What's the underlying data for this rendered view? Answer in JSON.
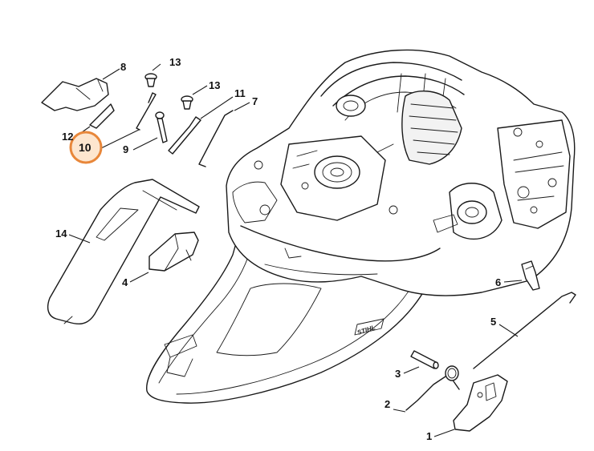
{
  "diagram": {
    "brand_mark": "STIHL",
    "highlight_color": "#e8873a",
    "highlight_fill": "#fde6cf",
    "callouts": [
      {
        "id": "c1",
        "label": "1"
      },
      {
        "id": "c2",
        "label": "2"
      },
      {
        "id": "c3",
        "label": "3"
      },
      {
        "id": "c4",
        "label": "4"
      },
      {
        "id": "c5",
        "label": "5"
      },
      {
        "id": "c6",
        "label": "6"
      },
      {
        "id": "c7",
        "label": "7"
      },
      {
        "id": "c8",
        "label": "8"
      },
      {
        "id": "c9",
        "label": "9"
      },
      {
        "id": "c10",
        "label": "10",
        "highlighted": true
      },
      {
        "id": "c11",
        "label": "11"
      },
      {
        "id": "c12",
        "label": "12"
      },
      {
        "id": "c13a",
        "label": "13"
      },
      {
        "id": "c13b",
        "label": "13"
      },
      {
        "id": "c14",
        "label": "14"
      }
    ]
  }
}
